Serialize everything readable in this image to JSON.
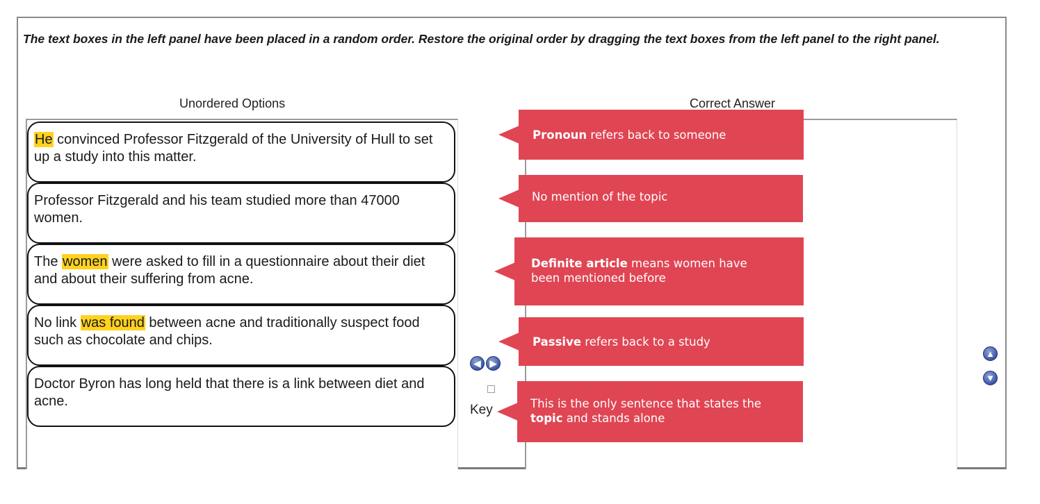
{
  "instruction": "The text boxes in the left panel have been placed in a random order. Restore the original order by dragging the text boxes from the left panel to the right panel.",
  "headers": {
    "left": "Unordered Options",
    "right": "Correct Answer"
  },
  "options": [
    {
      "pre": "",
      "highlight": "He",
      "post": " convinced Professor Fitzgerald of the University of Hull to set up a study into this matter."
    },
    {
      "pre": "Professor Fitzgerald and his team studied more than 47000 women.",
      "highlight": "",
      "post": ""
    },
    {
      "pre": "The ",
      "highlight": "women",
      "post": " were asked to fill in a questionnaire about their diet and about their suffering from acne."
    },
    {
      "pre": "No link ",
      "highlight": "was found",
      "post": " between acne and traditionally suspect food such as chocolate and chips."
    },
    {
      "pre": "Doctor Byron has long held that there is a link between diet and acne.",
      "highlight": "",
      "post": ""
    }
  ],
  "controls": {
    "key_label": "Key",
    "left_arrow_icon": "arrow-left-icon",
    "right_arrow_icon": "arrow-right-icon",
    "up_arrow_icon": "arrow-up-icon",
    "down_arrow_icon": "arrow-down-icon"
  },
  "callouts": [
    {
      "bold": "Pronoun",
      "text": " refers back to someone"
    },
    {
      "bold": "",
      "text": "No mention of the topic"
    },
    {
      "bold": "Definite article",
      "text": " means women have been mentioned before"
    },
    {
      "bold": "Passive",
      "text": " refers back to a study"
    },
    {
      "pre": "This is the only sentence that states the ",
      "bold": "topic",
      "text": " and stands alone"
    }
  ],
  "colors": {
    "callout": "#e04553",
    "highlight": "#ffd21f",
    "arrow": "#3b56a6"
  }
}
